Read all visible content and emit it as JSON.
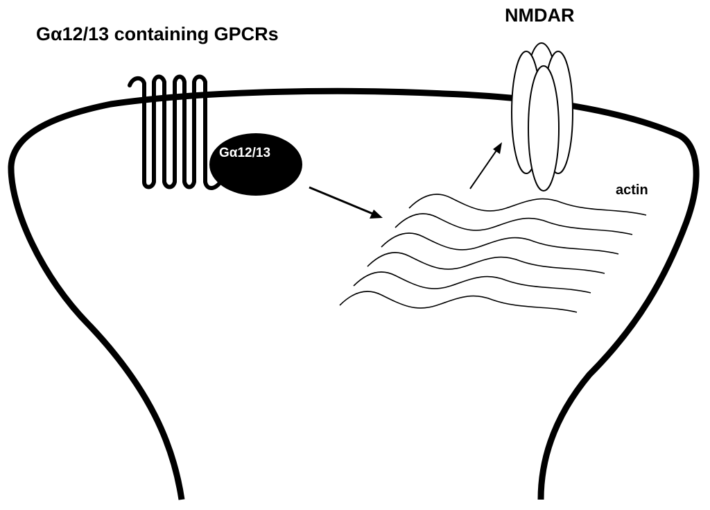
{
  "labels": {
    "gpcr_title": "Gα12/13 containing GPCRs",
    "nmdar": "NMDAR",
    "g_protein": "Gα12/13",
    "actin": "actin"
  },
  "colors": {
    "ink": "#000000",
    "background": "#ffffff",
    "g_protein_text": "#ffffff"
  }
}
